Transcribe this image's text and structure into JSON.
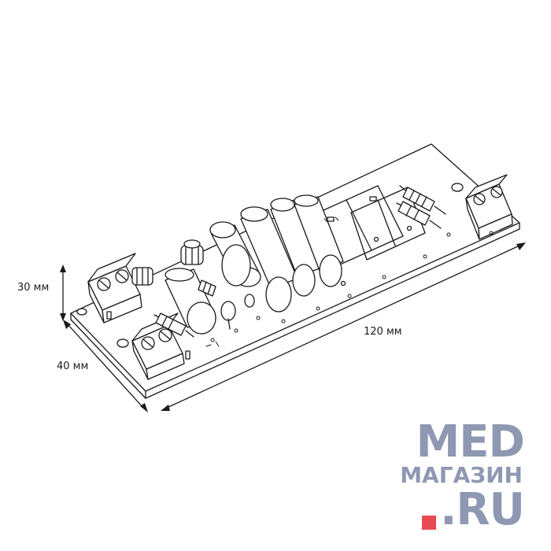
{
  "dimensions": {
    "height": "30 мм",
    "depth": "40 мм",
    "length": "120 мм"
  },
  "watermark": {
    "line1": "MED",
    "line2": "МАГАЗИН",
    "line3": ".RU",
    "text_color": "#8f98b2",
    "dot_color": "#e84a52"
  },
  "components": [
    "terminal-block",
    "resistor",
    "capacitor",
    "inductor",
    "relay",
    "mounting-hole"
  ]
}
